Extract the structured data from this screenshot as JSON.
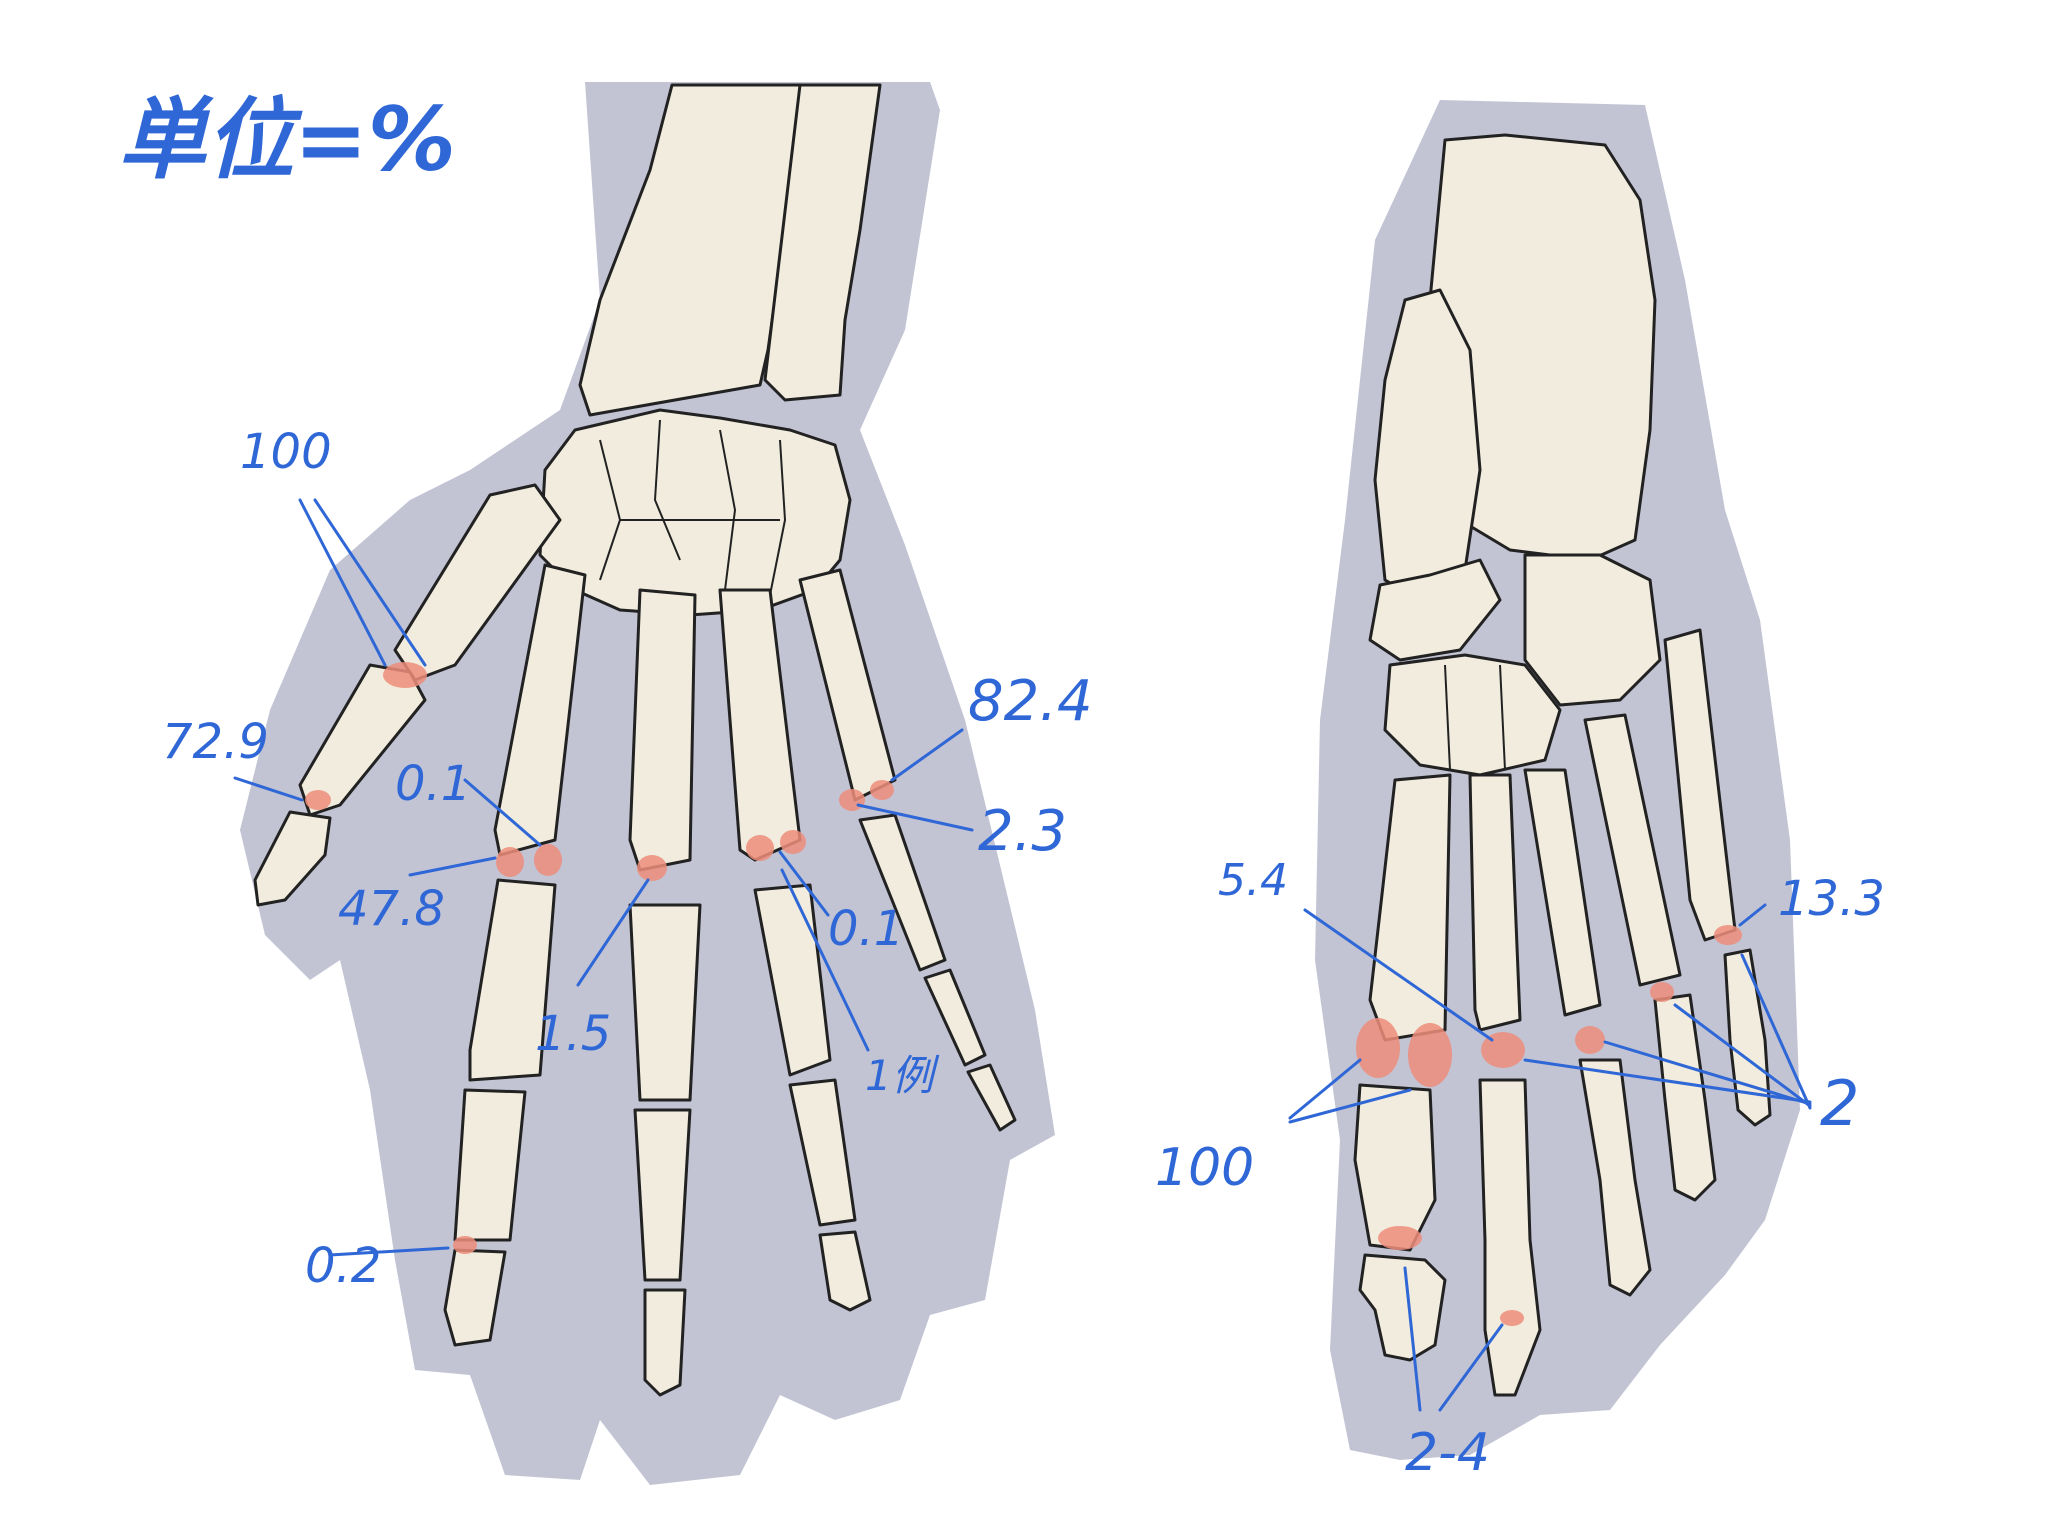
{
  "title": "単位=%",
  "colors": {
    "ink": "#2f67d6",
    "bone_fill": "#f1ecdd",
    "bone_shade": "#d9d2bf",
    "bone_outline": "#222222",
    "silhouette": "#c2c4d4",
    "cartilage_highlight": "#ee8d7b"
  },
  "hand": {
    "labels": {
      "thumb_mcp": "100",
      "thumb_ip": "72.9",
      "index_mcp_a": "0.1",
      "index_mcp_b": "47.8",
      "index_dip": "0.2",
      "middle_mcp": "1.5",
      "ring_mcp_a": "0.1",
      "ring_mcp_b": "1例",
      "little_mcp_a": "82.4",
      "little_mcp_b": "2.3"
    }
  },
  "foot": {
    "labels": {
      "first_mtp": "100",
      "second_mtp": "5.4",
      "fifth_mtp": "13.3",
      "lesser_toes": "2",
      "distal": "2-4"
    }
  }
}
